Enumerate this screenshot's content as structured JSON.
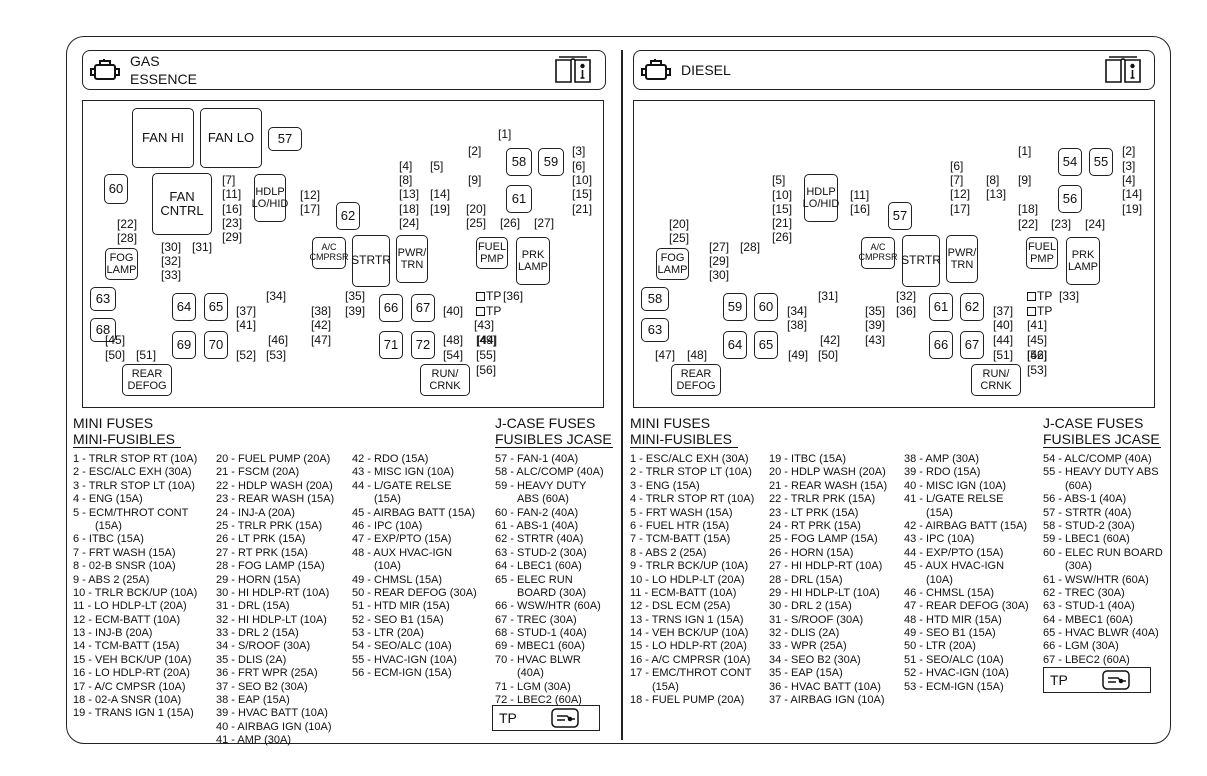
{
  "gas": {
    "title": "GAS",
    "title2": "ESSENCE",
    "modules": {
      "fan_hi": "FAN HI",
      "fan_lo": "FAN LO",
      "fan_cntrl": "FAN\nCNTRL",
      "hdlp": "HDLP\nLO/HID",
      "fog": "FOG\nLAMP",
      "ac": "A/C\nCMPRSR",
      "strtr": "STRTR",
      "pwr": "PWR/\nTRN",
      "fuel": "FUEL\nPMP",
      "prk": "PRK\nLAMP",
      "rear": "REAR\nDEFOG",
      "run": "RUN/\nCRNK"
    },
    "fuse_boxes": [
      "57",
      "58",
      "59",
      "60",
      "61",
      "62",
      "63",
      "64",
      "65",
      "66",
      "67",
      "68",
      "69",
      "70",
      "71",
      "72"
    ],
    "fuse_labels": [
      "1",
      "2",
      "3",
      "4",
      "5",
      "6",
      "7",
      "8",
      "9",
      "10",
      "11",
      "12",
      "13",
      "14",
      "15",
      "16",
      "17",
      "18",
      "19",
      "20",
      "21",
      "22",
      "23",
      "24",
      "25",
      "26",
      "27",
      "28",
      "29",
      "30",
      "31",
      "32",
      "33",
      "34",
      "35",
      "36",
      "37",
      "38",
      "39",
      "40",
      "41",
      "42",
      "43",
      "44",
      "45",
      "46",
      "47",
      "48",
      "49",
      "50",
      "51",
      "52",
      "53",
      "54",
      "55",
      "56"
    ],
    "tp_labels": [
      "TP",
      "TP"
    ],
    "mini_head": "MINI FUSES",
    "mini_head2": "MINI-FUSIBLES",
    "jcase_head": "J-CASE FUSES",
    "jcase_head2": "FUSIBLES JCASE",
    "legend_col1": [
      "1 - TRLR STOP RT (10A)",
      "2 - ESC/ALC EXH (30A)",
      "3 - TRLR STOP LT (10A)",
      "4 - ENG (15A)",
      "5 - ECM/THROT CONT",
      "(15A)",
      "6 - ITBC (15A)",
      "7 - FRT WASH (15A)",
      "8 - 02-B SNSR (10A)",
      "9 - ABS 2 (25A)",
      "10 - TRLR BCK/UP (10A)",
      "11 - LO HDLP-LT (20A)",
      "12 - ECM-BATT (10A)",
      "13 - INJ-B (20A)",
      "14 - TCM-BATT (15A)",
      "15 - VEH BCK/UP (10A)",
      "16 - LO HDLP-RT (20A)",
      "17 - A/C CMPSR (10A)",
      "18 - 02-A SNSR (10A)",
      "19 - TRANS IGN 1 (15A)"
    ],
    "legend_col2": [
      "20 - FUEL PUMP (20A)",
      "21 - FSCM (20A)",
      "22 - HDLP WASH (20A)",
      "23 - REAR WASH (15A)",
      "24 - INJ-A (20A)",
      "25 - TRLR PRK (15A)",
      "26 - LT PRK (15A)",
      "27 - RT PRK (15A)",
      "28 - FOG LAMP (15A)",
      "29 - HORN (15A)",
      "30 - HI HDLP-RT (10A)",
      "31 - DRL (15A)",
      "32 - HI HDLP-LT (10A)",
      "33 - DRL 2 (15A)",
      "34 - S/ROOF (30A)",
      "35 - DLIS (2A)",
      "36 - FRT WPR (25A)",
      "37 - SEO B2 (30A)",
      "38 - EAP (15A)",
      "39 - HVAC BATT (10A)",
      "40 - AIRBAG IGN (10A)",
      "41 - AMP (30A)"
    ],
    "legend_col3": [
      "42 - RDO (15A)",
      "43 - MISC IGN (10A)",
      "44 - L/GATE RELSE",
      "(15A)",
      "45 - AIRBAG BATT (15A)",
      "46 - IPC (10A)",
      "47 - EXP/PTO (15A)",
      "48 - AUX HVAC-IGN",
      "(10A)",
      "49 - CHMSL (15A)",
      "50 - REAR DEFOG (30A)",
      "51 - HTD MIR (15A)",
      "52 - SEO B1 (15A)",
      "53 - LTR (20A)",
      "54 - SEO/ALC (10A)",
      "55 - HVAC-IGN (10A)",
      "56 - ECM-IGN (15A)"
    ],
    "legend_col4": [
      "57 - FAN-1 (40A)",
      "58 - ALC/COMP (40A)",
      "59 - HEAVY DUTY",
      "ABS (60A)",
      "60 - FAN-2 (40A)",
      "61 - ABS-1 (40A)",
      "62 - STRTR (40A)",
      "63 - STUD-2 (30A)",
      "64 - LBEC1 (60A)",
      "65 - ELEC RUN",
      "BOARD (30A)",
      "66 - WSW/HTR (60A)",
      "67 - TREC (30A)",
      "68 - STUD-1 (40A)",
      "69 - MBEC1 (60A)",
      "70 - HVAC BLWR",
      "(40A)",
      "71 - LGM (30A)",
      "72 - LBEC2 (60A)"
    ],
    "tp_box": "TP"
  },
  "diesel": {
    "title": "DIESEL",
    "modules": {
      "hdlp": "HDLP\nLO/HID",
      "fog": "FOG\nLAMP",
      "ac": "A/C\nCMPRSR",
      "strtr": "STRTR",
      "pwr": "PWR/\nTRN",
      "fuel": "FUEL\nPMP",
      "prk": "PRK\nLAMP",
      "rear": "REAR\nDEFOG",
      "run": "RUN/\nCRNK"
    },
    "fuse_boxes": [
      "54",
      "55",
      "56",
      "57",
      "58",
      "59",
      "60",
      "61",
      "62",
      "63",
      "64",
      "65",
      "66",
      "67"
    ],
    "fuse_labels": [
      "1",
      "2",
      "3",
      "4",
      "5",
      "6",
      "7",
      "8",
      "9",
      "10",
      "11",
      "12",
      "13",
      "14",
      "15",
      "16",
      "17",
      "18",
      "19",
      "20",
      "21",
      "22",
      "23",
      "24",
      "25",
      "26",
      "27",
      "28",
      "29",
      "30",
      "31",
      "32",
      "33",
      "34",
      "35",
      "36",
      "37",
      "38",
      "39",
      "40",
      "41",
      "42",
      "43",
      "44",
      "45",
      "46",
      "47",
      "48",
      "49",
      "50",
      "51",
      "52",
      "53"
    ],
    "tp_labels": [
      "TP",
      "TP"
    ],
    "mini_head": "MINI FUSES",
    "mini_head2": "MINI-FUSIBLES",
    "jcase_head": "J-CASE FUSES",
    "jcase_head2": "FUSIBLES JCASE",
    "legend_col1": [
      "1 - ESC/ALC EXH (30A)",
      "2 - TRLR STOP LT (10A)",
      "3 - ENG (15A)",
      "4 - TRLR STOP RT (10A)",
      "5 - FRT WASH (15A)",
      "6 - FUEL HTR (15A)",
      "7 - TCM-BATT (15A)",
      "8 - ABS 2 (25A)",
      "9 - TRLR BCK/UP (10A)",
      "10 - LO HDLP-LT (20A)",
      "11 - ECM-BATT (10A)",
      "12 - DSL ECM (25A)",
      "13 - TRNS IGN 1 (15A)",
      "14 - VEH BCK/UP (10A)",
      "15 - LO HDLP-RT (20A)",
      "16 - A/C CMPRSR (10A)",
      "17 - EMC/THROT CONT",
      "(15A)",
      "18 - FUEL PUMP (20A)"
    ],
    "legend_col2": [
      "19 - ITBC (15A)",
      "20 - HDLP WASH (20A)",
      "21 - REAR WASH (15A)",
      "22 - TRLR PRK (15A)",
      "23 - LT PRK (15A)",
      "24 - RT PRK (15A)",
      "25 - FOG LAMP (15A)",
      "26 - HORN (15A)",
      "27 - HI HDLP-RT (10A)",
      "28 - DRL (15A)",
      "29 - HI HDLP-LT (10A)",
      "30 - DRL 2 (15A)",
      "31 - S/ROOF (30A)",
      "32 - DLIS (2A)",
      "33 - WPR (25A)",
      "34 - SEO B2 (30A)",
      "35 - EAP (15A)",
      "36 - HVAC BATT (10A)",
      "37 - AIRBAG IGN (10A)"
    ],
    "legend_col3": [
      "38 - AMP (30A)",
      "39 - RDO (15A)",
      "40 - MISC IGN (10A)",
      "41 - L/GATE RELSE",
      "(15A)",
      "42 - AIRBAG BATT (15A)",
      "43 - IPC (10A)",
      "44 - EXP/PTO (15A)",
      "45 - AUX HVAC-IGN",
      "(10A)",
      "46 - CHMSL (15A)",
      "47 - REAR DEFOG (30A)",
      "48 - HTD MIR (15A)",
      "49 - SEO B1 (15A)",
      "50 - LTR (20A)",
      "51 - SEO/ALC (10A)",
      "52 - HVAC-IGN (10A)",
      "53 - ECM-IGN (15A)"
    ],
    "legend_col4": [
      "54 - ALC/COMP (40A)",
      "55 - HEAVY DUTY ABS",
      "(60A)",
      "56 - ABS-1 (40A)",
      "57 - STRTR (40A)",
      "58 - STUD-2 (30A)",
      "59 - LBEC1 (60A)",
      "60 - ELEC RUN BOARD",
      "(30A)",
      "61 - WSW/HTR (60A)",
      "62 - TREC (30A)",
      "63 - STUD-1 (40A)",
      "64 - MBEC1 (60A)",
      "65 - HVAC BLWR (40A)",
      "66 - LGM (30A)",
      "67 - LBEC2 (60A)"
    ],
    "tp_box": "TP"
  },
  "icons": [
    "engine-icon",
    "manual-book-icon",
    "test-probe-icon"
  ]
}
